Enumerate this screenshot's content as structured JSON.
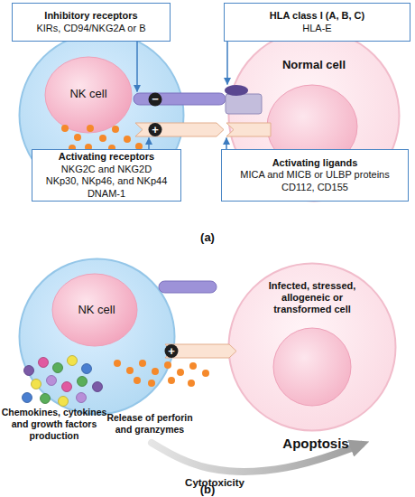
{
  "diagram": {
    "nodes": [
      {
        "text": [
          "Inhibitory receptors",
          "KIRs, CD94/NKG2A or B"
        ]
      },
      {
        "text": [
          "HLA class I (A, B, C)",
          "HLA-E"
        ]
      },
      {
        "text": [
          "NK cell"
        ]
      },
      {
        "text": [
          "Normal cell"
        ]
      },
      {
        "text": [
          "Activating receptors",
          "NKG2C and NKG2D",
          "NKp30, NKp46, and NKp44",
          "DNAM-1"
        ]
      },
      {
        "text": [
          "Activating ligands",
          "MICA and MICB or ULBP proteins",
          "CD112, CD155"
        ]
      },
      {
        "text": [
          "NK cell"
        ]
      },
      {
        "text": [
          "Infected, stressed, allogeneic or transformed cell"
        ]
      }
    ],
    "edges": [
      {
        "from": 0,
        "to": 2,
        "arrow": "to"
      },
      {
        "from": 1,
        "to": 3,
        "arrow": "to"
      },
      {
        "from": 4,
        "to": 2,
        "arrow": "to"
      },
      {
        "from": 5,
        "to": 3,
        "arrow": "to"
      },
      {
        "from": 6,
        "to": 7,
        "label": "Cytotoxicity",
        "arrow": "to"
      }
    ],
    "labels": [
      "−",
      "+",
      "(a)",
      "+",
      "Chemokines, cytokines and growth factors production",
      "Release of perforin and granzymes",
      "Apoptosis",
      "(b)"
    ]
  }
}
